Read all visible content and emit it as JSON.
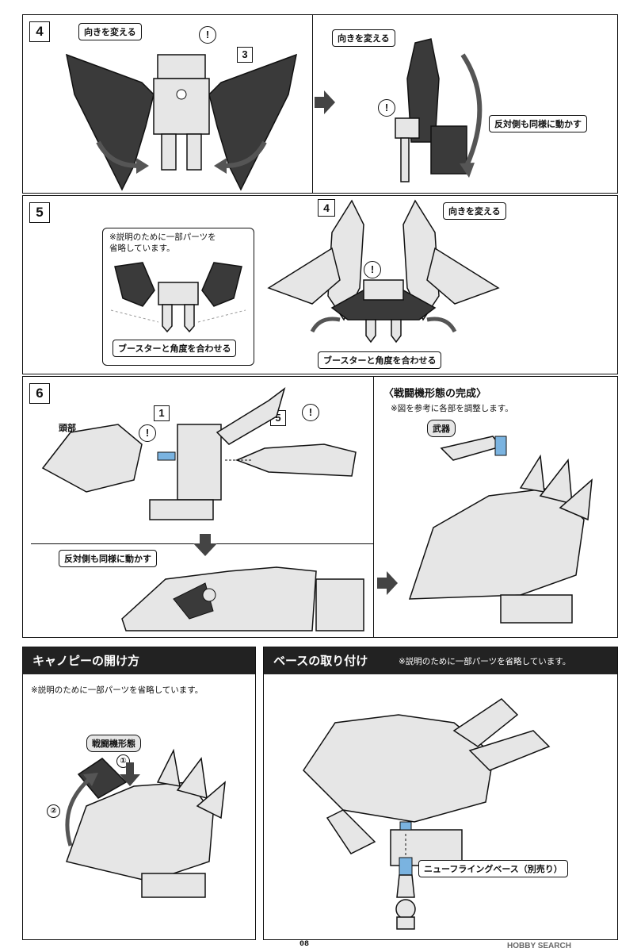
{
  "step4": {
    "number": "4",
    "left": {
      "callout": "向きを変える",
      "ref": "3"
    },
    "right": {
      "callout": "向きを変える",
      "callout2": "反対側も同様に動かす"
    }
  },
  "step5": {
    "number": "5",
    "inset_note": "※説明のために一部パーツを\n省略しています。",
    "inset_callout": "ブースターと角度を合わせる",
    "ref": "4",
    "callout_turn": "向きを変える",
    "callout_align": "ブースターと角度を合わせる"
  },
  "step6": {
    "number": "6",
    "label_head": "頭部",
    "ref_body": "1",
    "ref_booster": "5",
    "callout_other_side": "反対側も同様に動かす",
    "complete_title": "〈戦闘機形態の完成〉",
    "complete_note": "※図を参考に各部を調整します。",
    "label_weapon": "武器"
  },
  "canopy": {
    "title": "キャノピーの開け方",
    "note": "※説明のために一部パーツを省略しています。",
    "label_mode": "戦闘機形態",
    "order1": "①",
    "order2": "②"
  },
  "base": {
    "title": "ベースの取り付け",
    "note": "※説明のために一部パーツを省略しています。",
    "callout": "ニューフライングベース（別売り）"
  },
  "footer": {
    "page_number": "08",
    "watermark": "HOBBY SEARCH"
  },
  "colors": {
    "ink": "#111111",
    "dark_part": "#3a3a3a",
    "light_part": "#e6e6e6",
    "arrow": "#555555",
    "peg": "#7ab3e0"
  }
}
